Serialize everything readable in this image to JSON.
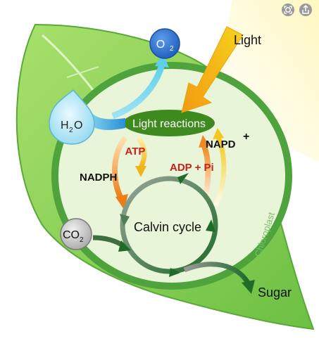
{
  "toolbar": {
    "lens_icon": "lens-search-icon",
    "share_icon": "share-icon"
  },
  "diagram": {
    "light": "Light",
    "o2": "O",
    "o2_sub": "2",
    "h2o_pre": "H",
    "h2o_sub": "2",
    "h2o_post": "O",
    "light_reactions": "Light reactions",
    "atp": "ATP",
    "nadph": "NADPH",
    "adp_pi": "ADP + Pi",
    "napd": "NAPD",
    "napd_sup": "+",
    "co2": "CO",
    "co2_sub": "2",
    "calvin_cycle": "Calvin cycle",
    "chloroplast": "Chloroplast",
    "sugar": "Sugar"
  },
  "colors": {
    "leaf": "#8ed45a",
    "leaf_edge": "#58a83a",
    "chloroplast_fill": "#e9f5d8",
    "chloroplast_ring": "#4ea33c",
    "light_reactions_fill": "#3f8a1f",
    "atp_red": "#c8201b",
    "arrow_yellow": "#f4c21f",
    "arrow_orange": "#ef8a1c",
    "o2_blue": "#2f6fcf",
    "h2o_blue": "#7fd3ee"
  }
}
